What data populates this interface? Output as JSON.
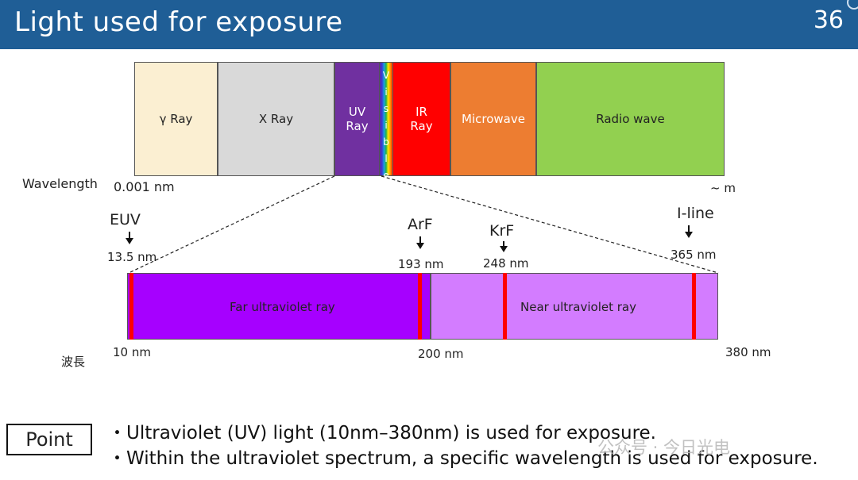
{
  "header": {
    "title": "Light used for exposure",
    "page_number": "36"
  },
  "spectrum": {
    "bands": [
      {
        "label": "γ Ray",
        "color": "#fbefd2"
      },
      {
        "label": "X Ray",
        "color": "#d9d9d9"
      },
      {
        "label": [
          "UV",
          "Ray"
        ],
        "color": "#7030a0"
      },
      {
        "label": [
          "V",
          "i",
          "s",
          "i",
          "b",
          "l",
          "e"
        ],
        "color": "rainbow"
      },
      {
        "label": [
          "IR",
          "Ray"
        ],
        "color": "#ff0000"
      },
      {
        "label": "Microwave",
        "color": "#ed7d31"
      },
      {
        "label": "Radio wave",
        "color": "#92d050"
      }
    ],
    "wavelength_label": "Wavelength",
    "wavelength_start": "0.001 nm",
    "wavelength_end": "~ m"
  },
  "uv_detail": {
    "far_label": "Far ultraviolet ray",
    "near_label": "Near ultraviolet ray",
    "axis_label": "波長",
    "axis_start": "10 nm",
    "axis_mid": "200 nm",
    "axis_end": "380 nm",
    "markers": [
      {
        "name": "EUV",
        "value": "13.5 nm"
      },
      {
        "name": "ArF",
        "value": "193 nm"
      },
      {
        "name": "KrF",
        "value": "248 nm"
      },
      {
        "name": "I-line",
        "value": "365 nm"
      }
    ]
  },
  "point": {
    "label": "Point",
    "bullets": [
      "・Ultraviolet (UV) light (10nm–380nm) is used for exposure.",
      "・Within the ultraviolet spectrum, a specific wavelength is used for exposure."
    ]
  },
  "watermark": "公众号 · 今日光电"
}
